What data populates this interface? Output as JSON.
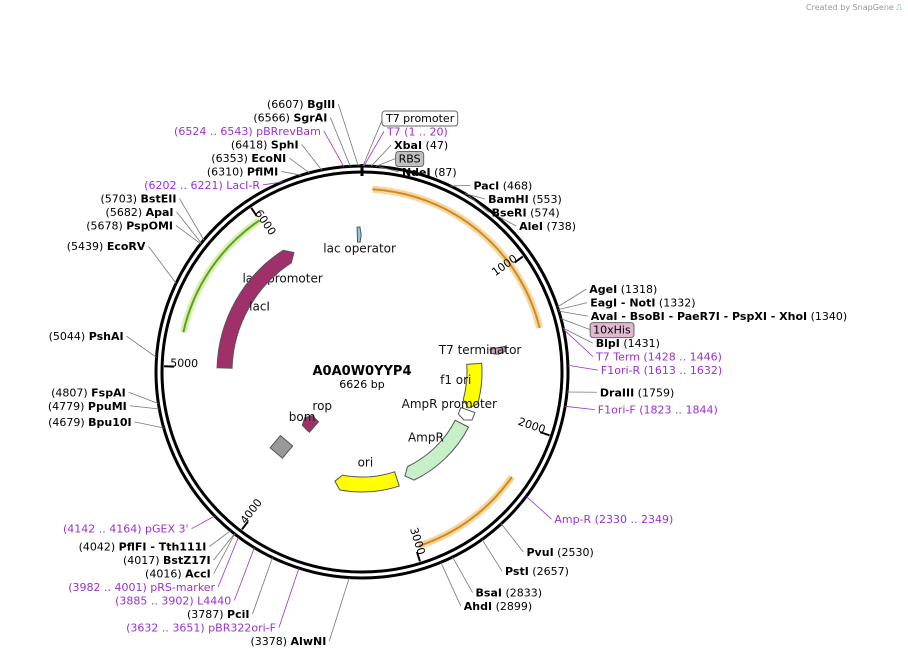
{
  "credit": "Created by SnapGene",
  "plasmid": {
    "name": "A0A0W0YYP4",
    "size_label": "6626 bp",
    "length": 6626
  },
  "ticks": [
    {
      "pos": 1000,
      "label": "1000"
    },
    {
      "pos": 2000,
      "label": "2000"
    },
    {
      "pos": 3000,
      "label": "3000"
    },
    {
      "pos": 4000,
      "label": "4000"
    },
    {
      "pos": 5000,
      "label": "5000"
    },
    {
      "pos": 6000,
      "label": "6000"
    }
  ],
  "features": [
    {
      "id": "T7-terminator",
      "label": "T7 terminator",
      "start": 1470,
      "end": 1520,
      "color": "#c8a0c0",
      "ring": "inner"
    },
    {
      "id": "lacI-promoter",
      "label": "lacI promoter",
      "start": 5820,
      "end": 5900,
      "color": "#ffffff",
      "ring": "inner"
    },
    {
      "id": "lac-operator",
      "label": "lac operator",
      "start": 6590,
      "end": 6620,
      "color": "#90c8e0",
      "ring": "inner"
    },
    {
      "id": "f1-ori",
      "label": "f1 ori",
      "start": 1580,
      "end": 2000,
      "color": "#ffff00",
      "ring": "inner2"
    },
    {
      "id": "AmpR-promoter",
      "label": "AmpR promoter",
      "start": 2020,
      "end": 2120,
      "color": "#ffffff",
      "ring": "inner2"
    },
    {
      "id": "AmpR",
      "label": "AmpR",
      "start": 2160,
      "end": 2900,
      "color": "#c8f0c8",
      "ring": "inner2"
    },
    {
      "id": "ori",
      "label": "ori",
      "start": 2980,
      "end": 3570,
      "color": "#ffff00",
      "ring": "inner2"
    },
    {
      "id": "rop",
      "label": "rop",
      "start": 4070,
      "end": 4260,
      "color": "#a0306a",
      "ring": "inner3"
    },
    {
      "id": "lacI",
      "label": "lacI",
      "start": 5000,
      "end": 6080,
      "color": "#a0306a",
      "ring": "inner"
    }
  ],
  "enzymes": [
    {
      "name": "BglII",
      "pos": "(6607)",
      "site": 6607
    },
    {
      "name": "SgrAI",
      "pos": "(6566)",
      "site": 6566
    },
    {
      "name": "SphI",
      "pos": "(6418)",
      "site": 6418
    },
    {
      "name": "EcoNI",
      "pos": "(6353)",
      "site": 6353
    },
    {
      "name": "PflMI",
      "pos": "(6310)",
      "site": 6310
    },
    {
      "name": "BstEII",
      "pos": "(5703)",
      "site": 5703
    },
    {
      "name": "ApaI",
      "pos": "(5682)",
      "site": 5682
    },
    {
      "name": "PspOMI",
      "pos": "(5678)",
      "site": 5678
    },
    {
      "name": "EcoRV",
      "pos": "(5439)",
      "site": 5439
    },
    {
      "name": "PshAI",
      "pos": "(5044)",
      "site": 5044
    },
    {
      "name": "FspAI",
      "pos": "(4807)",
      "site": 4807
    },
    {
      "name": "PpuMI",
      "pos": "(4779)",
      "site": 4779
    },
    {
      "name": "Bpu10I",
      "pos": "(4679)",
      "site": 4679
    },
    {
      "name": "PflFI",
      "pos": "(4042)",
      "site": 4042
    },
    {
      "name": "Tth111I",
      "pos": "",
      "site": 4042
    },
    {
      "name": "BstZ17I",
      "pos": "(4017)",
      "site": 4017
    },
    {
      "name": "AccI",
      "pos": "(4016)",
      "site": 4016
    },
    {
      "name": "PciI",
      "pos": "(3787)",
      "site": 3787
    },
    {
      "name": "AlwNI",
      "pos": "(3378)",
      "site": 3378
    },
    {
      "name": "XbaI",
      "pos": "(47)",
      "site": 47
    },
    {
      "name": "NdeI",
      "pos": "(87)",
      "site": 87
    },
    {
      "name": "PacI",
      "pos": "(468)",
      "site": 468
    },
    {
      "name": "BamHI",
      "pos": "(553)",
      "site": 553
    },
    {
      "name": "BseRI",
      "pos": "(574)",
      "site": 574
    },
    {
      "name": "AleI",
      "pos": "(738)",
      "site": 738
    },
    {
      "name": "AgeI",
      "pos": "(1318)",
      "site": 1318
    },
    {
      "name": "EagI",
      "pos": "",
      "site": 1332
    },
    {
      "name": "NotI",
      "pos": "(1332)",
      "site": 1332
    },
    {
      "name": "AvaI",
      "pos": "",
      "site": 1340
    },
    {
      "name": "BsoBI",
      "pos": "",
      "site": 1340
    },
    {
      "name": "PaeR7I",
      "pos": "",
      "site": 1340
    },
    {
      "name": "PspXI",
      "pos": "",
      "site": 1340
    },
    {
      "name": "XhoI",
      "pos": "(1340)",
      "site": 1340
    },
    {
      "name": "BlpI",
      "pos": "(1431)",
      "site": 1431
    },
    {
      "name": "DraIII",
      "pos": "(1759)",
      "site": 1759
    },
    {
      "name": "PvuI",
      "pos": "(2530)",
      "site": 2530
    },
    {
      "name": "PstI",
      "pos": "(2657)",
      "site": 2657
    },
    {
      "name": "BsaI",
      "pos": "(2833)",
      "site": 2833
    },
    {
      "name": "AhdI",
      "pos": "(2899)",
      "site": 2899
    }
  ],
  "primers": [
    {
      "name": "T7",
      "range": "(1 .. 20)",
      "site": 10
    },
    {
      "name": "pBRrevBam",
      "range": "(6524 .. 6543)",
      "site": 6533
    },
    {
      "name": "LacI-R",
      "range": "(6202 .. 6221)",
      "site": 6211
    },
    {
      "name": "T7 Term",
      "range": "(1428 .. 1446)",
      "site": 1437
    },
    {
      "name": "F1ori-R",
      "range": "(1613 .. 1632)",
      "site": 1622
    },
    {
      "name": "F1ori-F",
      "range": "(1823 .. 1844)",
      "site": 1833
    },
    {
      "name": "Amp-R",
      "range": "(2330 .. 2349)",
      "site": 2340
    },
    {
      "name": "pGEX 3'",
      "range": "(4142 .. 4164)",
      "site": 4153
    },
    {
      "name": "pRS-marker",
      "range": "(3982 .. 4001)",
      "site": 3991
    },
    {
      "name": "L4440",
      "range": "(3885 .. 3902)",
      "site": 3893
    },
    {
      "name": "pBR322ori-F",
      "range": "(3632 .. 3651)",
      "site": 3641
    }
  ],
  "boxed_features": [
    {
      "name": "T7 promoter",
      "site": 5
    },
    {
      "name": "RBS",
      "site": 70
    },
    {
      "name": "10xHis",
      "site": 1380
    }
  ],
  "extra_labels": {
    "bom": "bom"
  }
}
